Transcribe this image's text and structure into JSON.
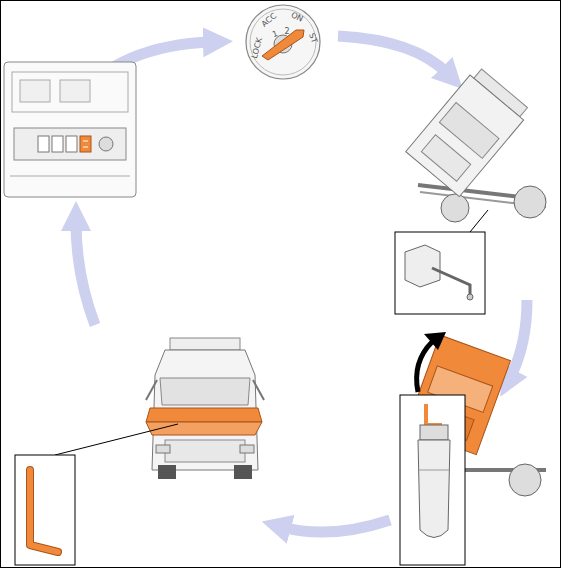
{
  "diagram": {
    "nodes": [
      {
        "text": [
          "LOCK",
          "ACC",
          "1",
          "2",
          "ON",
          "ST"
        ]
      }
    ]
  }
}
